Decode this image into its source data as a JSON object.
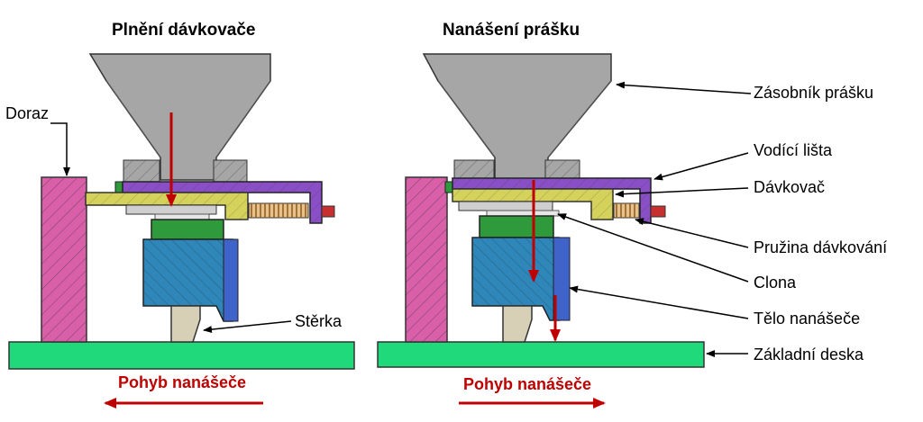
{
  "titles": {
    "left": "Plnění dávkovače",
    "right": "Nanášení prášku"
  },
  "labels": {
    "doraz": "Doraz",
    "sterka": "Stěrka",
    "zasobnik": "Zásobník prášku",
    "vodici": "Vodící lišta",
    "davkovac": "Dávkovač",
    "pruzina": "Pružina dávkování",
    "clona": "Clona",
    "telo": "Tělo nanášeče",
    "zakladni": "Základní deska"
  },
  "motion": {
    "left": "Pohyb nanášeče",
    "right": "Pohyb nanášeče"
  },
  "colors": {
    "hopper": "#a6a6a6",
    "stop": "#d85fa8",
    "guide": "#8a4fc7",
    "doser": "#d4d25a",
    "spring": "#c8853a",
    "body": "#2f86b8",
    "body_side": "#3f63c8",
    "collar": "#2e9a3c",
    "wiper": "#d7cfb6",
    "base": "#1fd97a",
    "arrow": "#c00000"
  }
}
